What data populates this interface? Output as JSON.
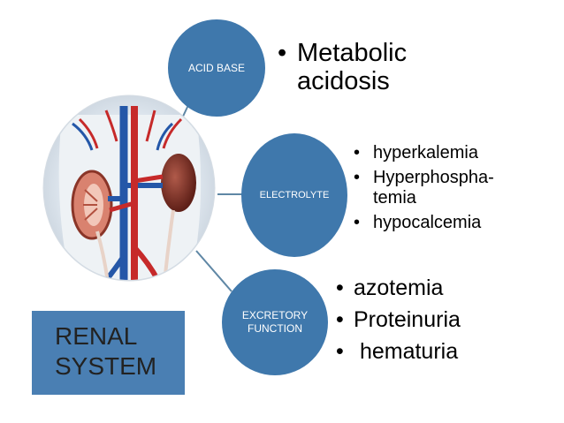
{
  "diagram": {
    "center_image": "kidney-anatomy-illustration",
    "colors": {
      "node_fill": "#3f78ac",
      "title_box_fill": "#4a7fb3",
      "connector": "#5f87a5",
      "artery": "#c62a2a",
      "vein": "#2457a8"
    },
    "title_box": {
      "line1": "RENAL",
      "line2": "SYSTEM"
    },
    "nodes": [
      {
        "label": "ACID BASE",
        "bullets": [
          "Metabolic acidosis"
        ]
      },
      {
        "label": "ELECTROLYTE",
        "bullets": [
          "hyperkalemia",
          "Hyperphospha-temia",
          "hypocalcemia"
        ]
      },
      {
        "label_line1": "EXCRETORY",
        "label_line2": "FUNCTION",
        "bullets": [
          "azotemia",
          "Proteinuria",
          " hematuria"
        ]
      }
    ]
  }
}
